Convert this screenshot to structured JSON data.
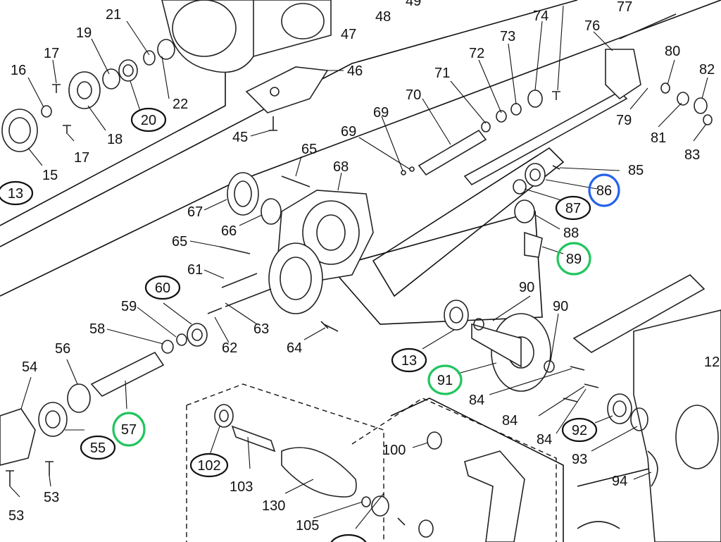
{
  "colors": {
    "line": "#111111",
    "background": "#ffffff",
    "green_marker": "#22c55e",
    "blue_marker": "#2563eb"
  },
  "partial_labels_top": [
    "48",
    "49"
  ],
  "plain_labels": [
    {
      "id": "p1",
      "text": "21"
    },
    {
      "id": "p2",
      "text": "19"
    },
    {
      "id": "p3",
      "text": "17"
    },
    {
      "id": "p4",
      "text": "16"
    },
    {
      "id": "p5",
      "text": "22"
    },
    {
      "id": "p6",
      "text": "18"
    },
    {
      "id": "p7",
      "text": "17"
    },
    {
      "id": "p8",
      "text": "15"
    },
    {
      "id": "p9",
      "text": "47"
    },
    {
      "id": "p10",
      "text": "46"
    },
    {
      "id": "p11",
      "text": "45"
    },
    {
      "id": "p12",
      "text": "72"
    },
    {
      "id": "p13",
      "text": "73"
    },
    {
      "id": "p14",
      "text": "74"
    },
    {
      "id": "p15",
      "text": "77"
    },
    {
      "id": "p16",
      "text": "76"
    },
    {
      "id": "p17",
      "text": "80"
    },
    {
      "id": "p18",
      "text": "82"
    },
    {
      "id": "p19",
      "text": "71"
    },
    {
      "id": "p20",
      "text": "70"
    },
    {
      "id": "p21",
      "text": "69"
    },
    {
      "id": "p22",
      "text": "69"
    },
    {
      "id": "p23",
      "text": "79"
    },
    {
      "id": "p24",
      "text": "81"
    },
    {
      "id": "p25",
      "text": "83"
    },
    {
      "id": "p26",
      "text": "65"
    },
    {
      "id": "p27",
      "text": "68"
    },
    {
      "id": "p28",
      "text": "85"
    },
    {
      "id": "p29",
      "text": "67"
    },
    {
      "id": "p30",
      "text": "66"
    },
    {
      "id": "p31",
      "text": "88"
    },
    {
      "id": "p32",
      "text": "65"
    },
    {
      "id": "p33",
      "text": "61"
    },
    {
      "id": "p34",
      "text": "90"
    },
    {
      "id": "p35",
      "text": "90"
    },
    {
      "id": "p36",
      "text": "59"
    },
    {
      "id": "p37",
      "text": "58"
    },
    {
      "id": "p38",
      "text": "63"
    },
    {
      "id": "p39",
      "text": "62"
    },
    {
      "id": "p40",
      "text": "64"
    },
    {
      "id": "p41",
      "text": "56"
    },
    {
      "id": "p42",
      "text": "54"
    },
    {
      "id": "p43",
      "text": "84"
    },
    {
      "id": "p44",
      "text": "84"
    },
    {
      "id": "p45",
      "text": "84"
    },
    {
      "id": "p46",
      "text": "93"
    },
    {
      "id": "p47",
      "text": "94"
    },
    {
      "id": "p48",
      "text": "100"
    },
    {
      "id": "p49",
      "text": "103"
    },
    {
      "id": "p50",
      "text": "130"
    },
    {
      "id": "p51",
      "text": "105"
    },
    {
      "id": "p52",
      "text": "53"
    },
    {
      "id": "p53",
      "text": "53"
    },
    {
      "id": "p54",
      "text": "12"
    }
  ],
  "circled_labels": [
    {
      "id": "c1",
      "text": "20"
    },
    {
      "id": "c2",
      "text": "13"
    },
    {
      "id": "c3",
      "text": "87"
    },
    {
      "id": "c4",
      "text": "60"
    },
    {
      "id": "c5",
      "text": "13"
    },
    {
      "id": "c6",
      "text": "55"
    },
    {
      "id": "c7",
      "text": "92"
    },
    {
      "id": "c8",
      "text": "102"
    }
  ],
  "highlighted_labels": [
    {
      "id": "h1",
      "text": "86",
      "marker": "blue"
    },
    {
      "id": "h2",
      "text": "89",
      "marker": "green"
    },
    {
      "id": "h3",
      "text": "91",
      "marker": "green"
    },
    {
      "id": "h4",
      "text": "57",
      "marker": "green"
    }
  ]
}
